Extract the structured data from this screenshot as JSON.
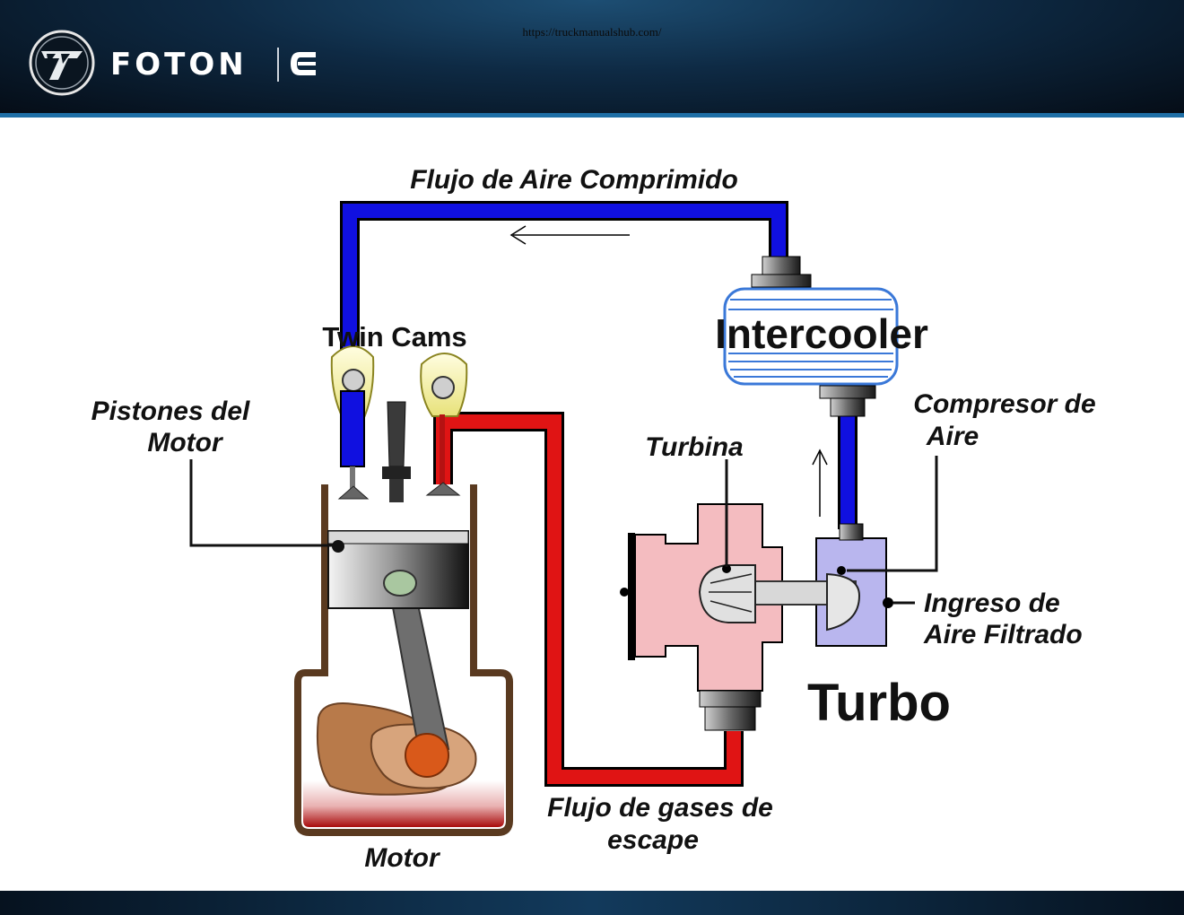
{
  "header": {
    "url": "https://truckmanualshub.com/",
    "brand": "FOTON",
    "logo_icon": "foton-logo-icon",
    "partner_icon": "cummins-c-icon"
  },
  "diagram": {
    "labels": {
      "compressed_air_flow": "Flujo de Aire Comprimido",
      "twin_cams": "Twin Cams",
      "intercooler": "Intercooler",
      "engine_pistons_line1": "Pistones del",
      "engine_pistons_line2": "Motor",
      "turbine": "Turbina",
      "air_compressor_line1": "Compresor de",
      "air_compressor_line2": "Aire",
      "filtered_air_line1": "Ingreso de",
      "filtered_air_line2": "Aire Filtrado",
      "turbo": "Turbo",
      "exhaust_flow_line1": "Flujo de gases de",
      "exhaust_flow_line2": "escape",
      "engine": "Motor"
    },
    "colors": {
      "air_pipe": "#1010e0",
      "exhaust_pipe": "#e01414",
      "turbine_housing": "#f4bcc0",
      "compressor_housing": "#b9b6ee",
      "intercooler_lines": "#3a78d8",
      "crankcase_oil": "#a80a0a"
    }
  }
}
